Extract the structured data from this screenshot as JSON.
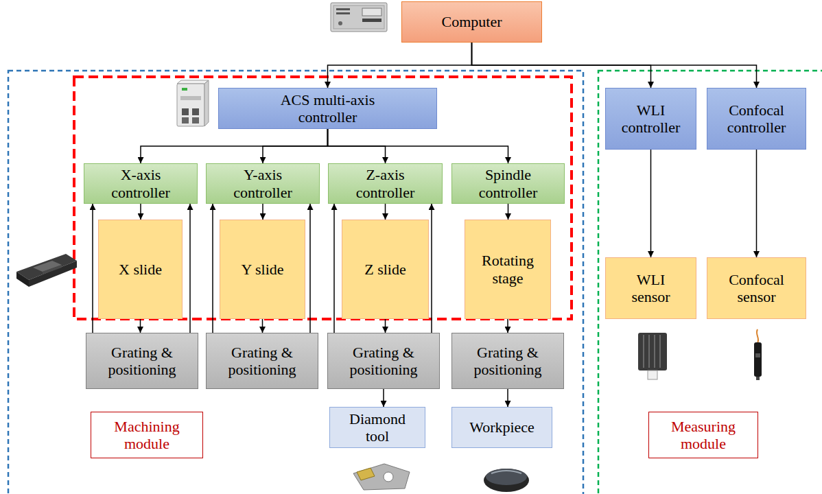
{
  "diagram": {
    "nodes": [
      {
        "text": [
          "Computer"
        ]
      },
      {
        "text": [
          "ACS multi-axis controller"
        ]
      },
      {
        "text": [
          "WLI controller"
        ]
      },
      {
        "text": [
          "Confocal controller"
        ]
      },
      {
        "text": [
          "X-axis controller"
        ]
      },
      {
        "text": [
          "Y-axis controller"
        ]
      },
      {
        "text": [
          "Z-axis controller"
        ]
      },
      {
        "text": [
          "Spindle controller"
        ]
      },
      {
        "text": [
          "X slide"
        ]
      },
      {
        "text": [
          "Y slide"
        ]
      },
      {
        "text": [
          "Z slide"
        ]
      },
      {
        "text": [
          "Rotating stage"
        ]
      },
      {
        "text": [
          "WLI sensor"
        ]
      },
      {
        "text": [
          "Confocal sensor"
        ]
      },
      {
        "text": [
          "Grating & positioning"
        ]
      },
      {
        "text": [
          "Grating & positioning"
        ]
      },
      {
        "text": [
          "Grating & positioning"
        ]
      },
      {
        "text": [
          "Grating & positioning"
        ]
      },
      {
        "text": [
          "Diamond tool"
        ]
      },
      {
        "text": [
          "Workpiece"
        ]
      },
      {
        "text": [
          "Machining module"
        ]
      },
      {
        "text": [
          "Measuring module"
        ]
      }
    ],
    "edges": [
      {
        "from": 0,
        "to": 1,
        "arrow": "to"
      },
      {
        "from": 0,
        "to": 2,
        "arrow": "to"
      },
      {
        "from": 0,
        "to": 3,
        "arrow": "to"
      },
      {
        "from": 1,
        "to": 4,
        "arrow": "to"
      },
      {
        "from": 1,
        "to": 5,
        "arrow": "to"
      },
      {
        "from": 1,
        "to": 6,
        "arrow": "to"
      },
      {
        "from": 1,
        "to": 7,
        "arrow": "to"
      },
      {
        "from": 4,
        "to": 8,
        "arrow": "to"
      },
      {
        "from": 5,
        "to": 9,
        "arrow": "to"
      },
      {
        "from": 6,
        "to": 10,
        "arrow": "to"
      },
      {
        "from": 7,
        "to": 11,
        "arrow": "to"
      },
      {
        "from": 8,
        "to": 14,
        "arrow": "to"
      },
      {
        "from": 9,
        "to": 15,
        "arrow": "to"
      },
      {
        "from": 10,
        "to": 16,
        "arrow": "to"
      },
      {
        "from": 11,
        "to": 17,
        "arrow": "to"
      },
      {
        "from": 14,
        "to": 4,
        "arrow": "to"
      },
      {
        "from": 14,
        "to": 4,
        "arrow": "to"
      },
      {
        "from": 15,
        "to": 5,
        "arrow": "to"
      },
      {
        "from": 15,
        "to": 5,
        "arrow": "to"
      },
      {
        "from": 16,
        "to": 6,
        "arrow": "to"
      },
      {
        "from": 16,
        "to": 6,
        "arrow": "to"
      },
      {
        "from": 16,
        "to": 18,
        "arrow": "to"
      },
      {
        "from": 17,
        "to": 19,
        "arrow": "to"
      },
      {
        "from": 2,
        "to": 12,
        "arrow": "to"
      },
      {
        "from": 3,
        "to": 13,
        "arrow": "to"
      }
    ]
  }
}
